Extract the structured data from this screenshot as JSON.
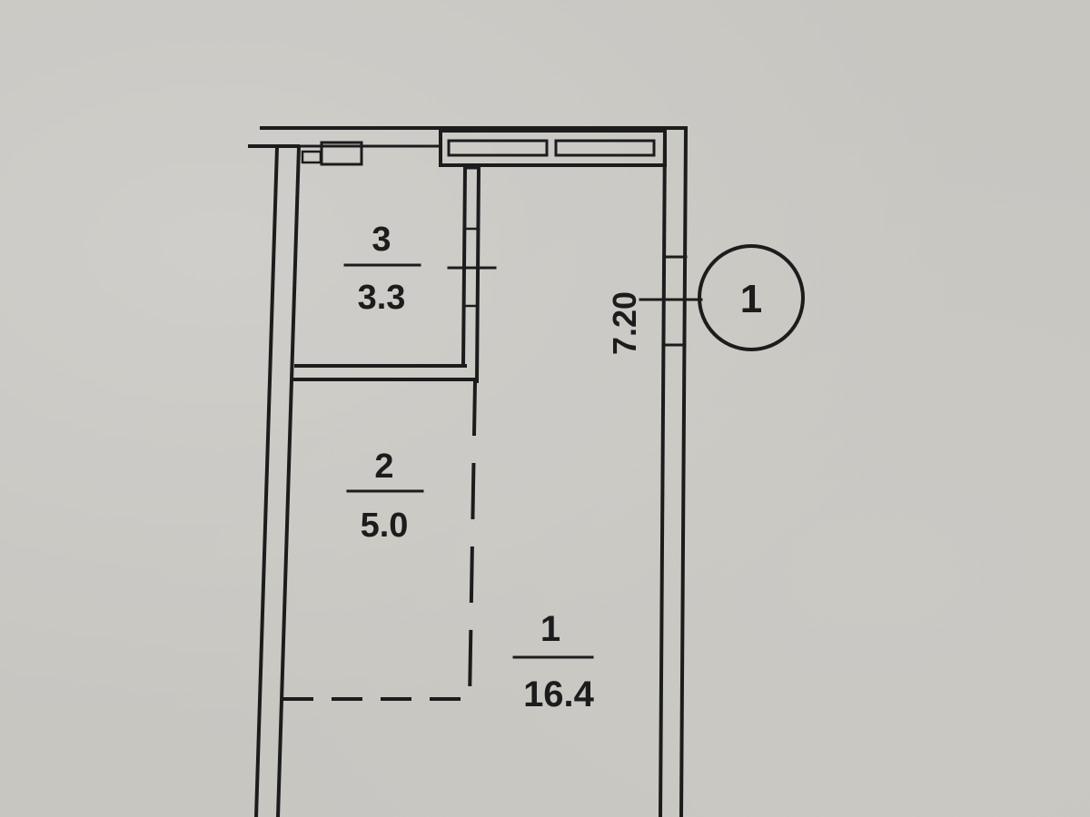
{
  "rooms": [
    {
      "number": "3",
      "area": "3.3"
    },
    {
      "number": "2",
      "area": "5.0"
    },
    {
      "number": "1",
      "area": "16.4"
    }
  ],
  "dimension": {
    "value": "7.20"
  },
  "marker": {
    "label": "1"
  },
  "colors": {
    "paper": "#c8c6c1",
    "ink": "#1c1c1c"
  }
}
